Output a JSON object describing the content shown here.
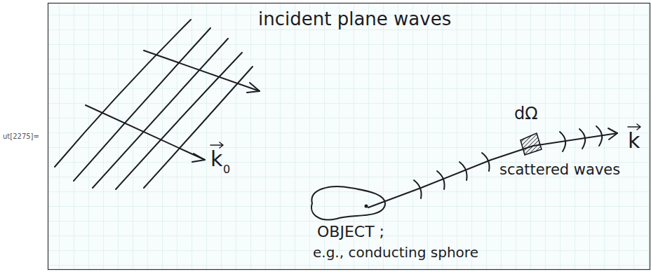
{
  "diagram": {
    "labels": [
      "ut[2275]=",
      "incident plane waves",
      "k",
      "0",
      "dΩ",
      "k",
      "scattered waves",
      "OBJECT ;",
      "e.g., conducting sphore"
    ]
  }
}
